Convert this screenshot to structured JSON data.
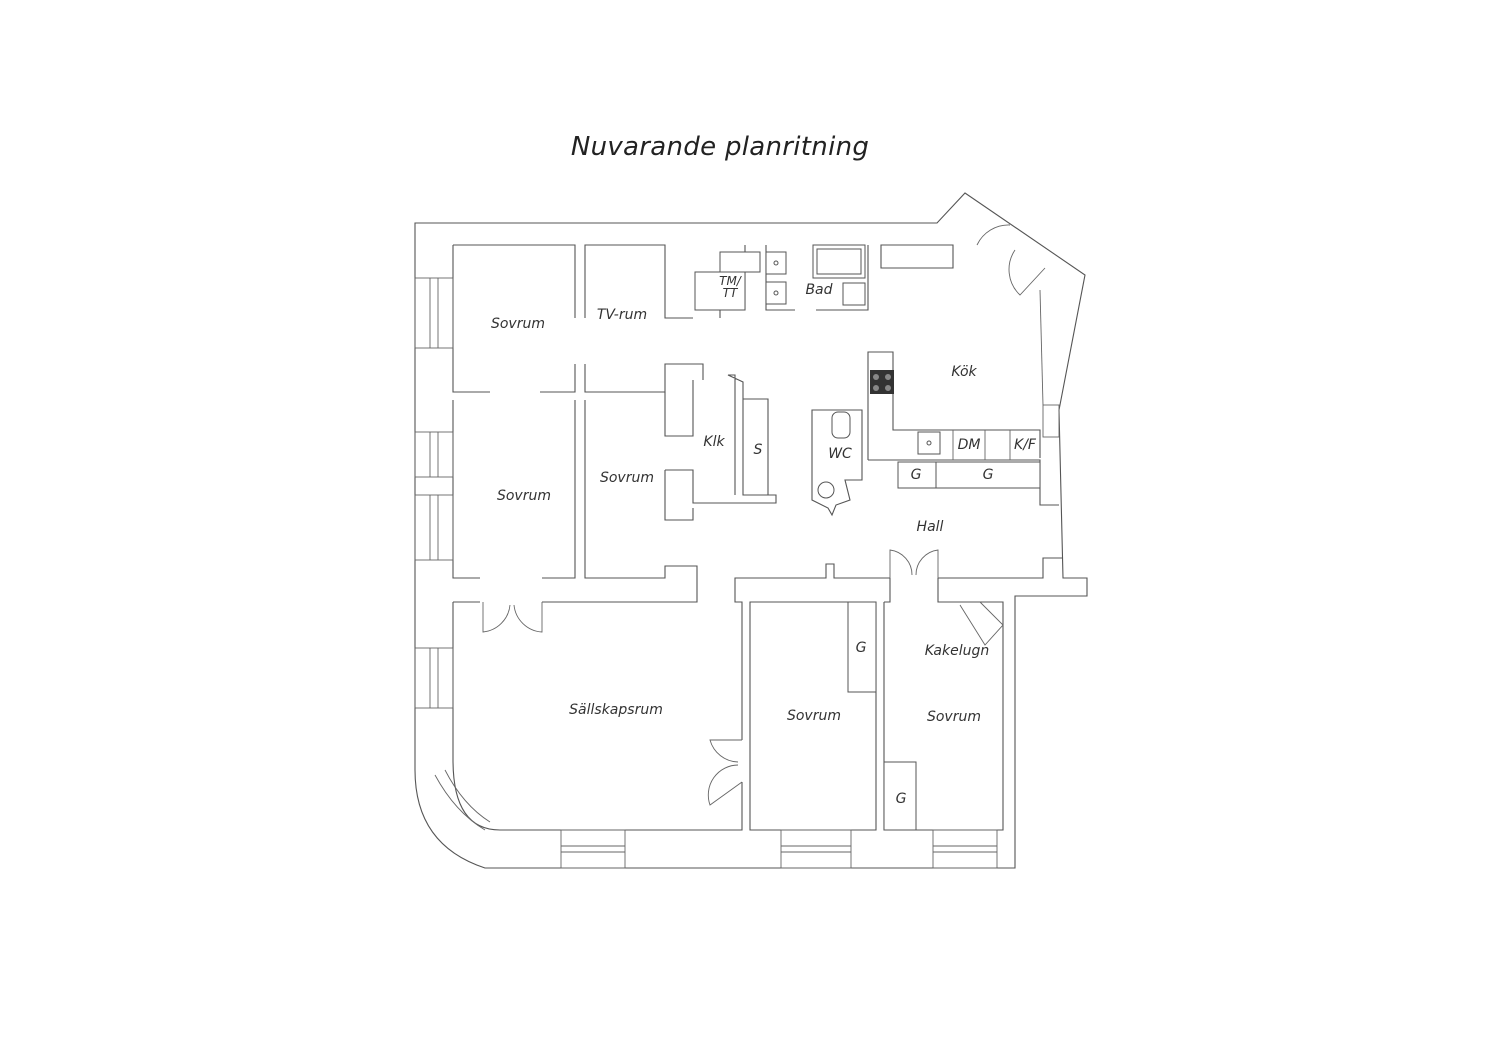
{
  "title": "Nuvarande planritning",
  "rooms": {
    "sovrum_1": "Sovrum",
    "tv_rum": "TV-rum",
    "bad": "Bad",
    "kok": "Kök",
    "sovrum_2": "Sovrum",
    "sovrum_3": "Sovrum",
    "klk": "Klk",
    "wc": "WC",
    "hall": "Hall",
    "sallskapsrum": "Sällskapsrum",
    "sovrum_4": "Sovrum",
    "sovrum_5": "Sovrum",
    "kakelugn": "Kakelugn"
  },
  "fixtures": {
    "tm_tt_top": "TM/",
    "tm_tt_bottom": "TT",
    "storage_s": "S",
    "dishwasher": "DM",
    "fridge_freezer": "K/F",
    "wardrobe_kitchen_1": "G",
    "wardrobe_kitchen_2": "G",
    "wardrobe_sovrum_4": "G",
    "wardrobe_sovrum_5": "G"
  },
  "colors": {
    "wall": "#555555",
    "text": "#333333",
    "background": "#ffffff"
  }
}
